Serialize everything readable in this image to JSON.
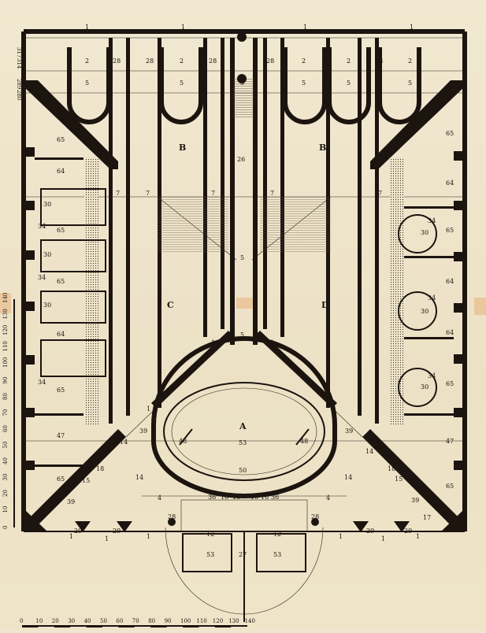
{
  "plan_labels": {
    "room_a": "A",
    "room_b": "B",
    "room_c": "C",
    "room_d": "D",
    "n1": "1",
    "n2": "2",
    "n4": "4",
    "n5": "5",
    "n7": "7",
    "n12": "12",
    "n14": "14",
    "n15": "15",
    "n16": "16",
    "n17": "17",
    "n18": "18",
    "n26": "26",
    "n27": "27",
    "n28": "28",
    "n29": "29",
    "n30": "30",
    "n34": "34",
    "n36": "36",
    "n39": "39",
    "n47": "47",
    "n48": "48",
    "n50": "50",
    "n53": "53",
    "n64": "64",
    "n65": "65"
  },
  "scale_bottom": {
    "ticks": [
      "0",
      "10",
      "20",
      "30",
      "40",
      "50",
      "60",
      "70",
      "80",
      "90",
      "100",
      "110",
      "120",
      "130",
      "140"
    ]
  },
  "scale_left": {
    "ticks": [
      "0",
      "10",
      "20",
      "30",
      "40",
      "50",
      "60",
      "70",
      "80",
      "90",
      "100",
      "110",
      "120",
      "130",
      "140"
    ],
    "top_ticks": [
      "317",
      "314",
      "289",
      "280"
    ]
  }
}
